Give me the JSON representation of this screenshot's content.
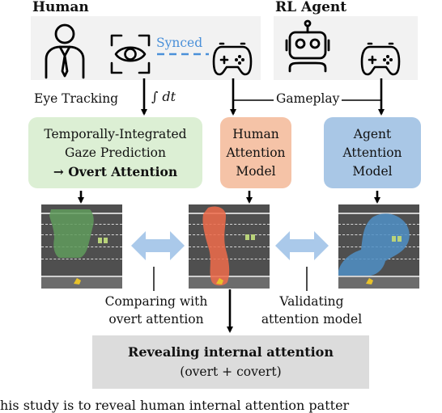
{
  "labels": {
    "human": "Human",
    "rl_agent": "RL Agent",
    "synced": "Synced",
    "eye_tracking": "Eye Tracking",
    "integral": "∫ dt",
    "gameplay": "Gameplay",
    "gaze_box": [
      "Temporally-Integrated",
      "Gaze Prediction",
      "→ Overt Attention"
    ],
    "human_model_box": [
      "Human",
      "Attention",
      "Model"
    ],
    "agent_model_box": [
      "Agent",
      "Attention",
      "Model"
    ],
    "comparing": [
      "Comparing with",
      "overt attention"
    ],
    "validating": [
      "Validating",
      "attention model"
    ],
    "result_title": "Revealing internal attention",
    "result_sub": "(overt + covert)",
    "caption_fragment": "his study is to reveal human internal attention patter"
  },
  "colors": {
    "panel": "#f2f2f2",
    "gaze_box": "#dcefd4",
    "human_model_box": "#f5c3a7",
    "agent_model_box": "#a9c7e6",
    "result_box": "#dcdcdc",
    "synced": "#4a90d9",
    "double_arrow": "#aac9ea",
    "overlay_green": "#5f9b5c",
    "overlay_orange": "#ee6b4a",
    "overlay_blue": "#4f8fc6"
  },
  "icons": [
    "person-icon",
    "eye-icon",
    "gamepad-icon",
    "robot-icon",
    "gamepad-icon"
  ]
}
